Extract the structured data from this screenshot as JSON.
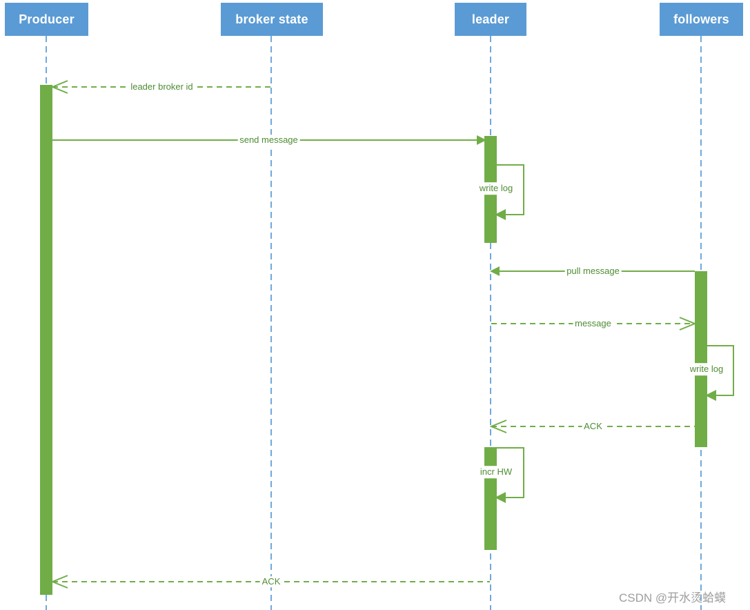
{
  "colors": {
    "green": "#70AD47",
    "text-green": "#4E8C33",
    "header-blue": "#5B9BD5",
    "lifeline-blue": "#6FA8DC",
    "watermark-gray": "#9E9E9E"
  },
  "participants": [
    {
      "id": "producer",
      "label": "Producer"
    },
    {
      "id": "broker-state",
      "label": "broker state"
    },
    {
      "id": "leader",
      "label": "leader"
    },
    {
      "id": "followers",
      "label": "followers"
    }
  ],
  "messages": [
    {
      "label": "leader broker id",
      "from": "broker state",
      "to": "Producer",
      "style": "dashed"
    },
    {
      "label": "send message",
      "from": "Producer",
      "to": "leader",
      "style": "solid"
    },
    {
      "label": "pull message",
      "from": "followers",
      "to": "leader",
      "style": "solid"
    },
    {
      "label": "message",
      "from": "leader",
      "to": "followers",
      "style": "dashed"
    },
    {
      "label": "ACK",
      "from": "followers",
      "to": "leader",
      "style": "dashed"
    },
    {
      "label": "ACK",
      "from": "leader",
      "to": "Producer",
      "style": "dashed"
    }
  ],
  "self_messages": [
    {
      "label": "write log",
      "on": "leader"
    },
    {
      "label": "write log",
      "on": "followers"
    },
    {
      "label": "incr HW",
      "on": "leader"
    }
  ],
  "watermark": "CSDN @开水烫蛤蟆"
}
